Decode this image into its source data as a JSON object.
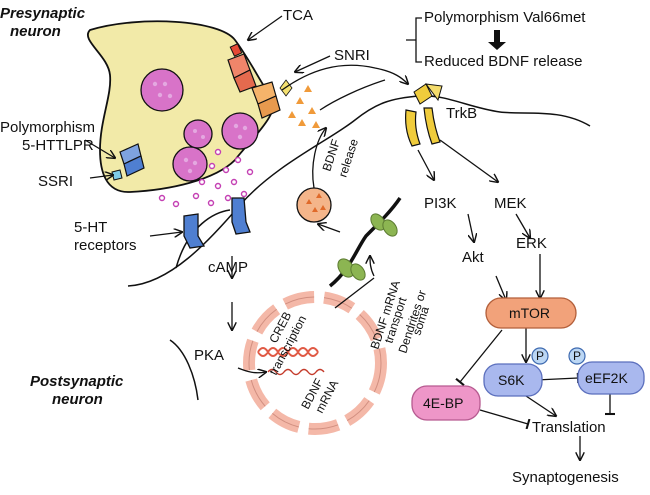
{
  "neurons": {
    "presynaptic": [
      "Presynaptic",
      "neuron"
    ],
    "postsynaptic": [
      "Postsynaptic",
      "neuron"
    ]
  },
  "drugs": {
    "tca": "TCA",
    "snri": "SNRI",
    "ssri": "SSRI"
  },
  "polymorphism_httlpr": [
    "Polymorphism",
    "5-HTTLPR"
  ],
  "bdnf_box": {
    "line1": "Polymorphism Val66met",
    "line2": "Reduced BDNF release"
  },
  "receptors": {
    "trkb": "TrkB",
    "ht_receptors": [
      "5-HT",
      "receptors"
    ]
  },
  "bdnf_release": [
    "BDNF",
    "release"
  ],
  "pathway": {
    "pi3k": "PI3K",
    "akt": "Akt",
    "mek": "MEK",
    "erk": "ERK",
    "mtor": "mTOR",
    "s6k": "S6K",
    "eef2k": "eEF2K",
    "ebp": "4E-BP",
    "translation": "Translation",
    "synaptogenesis": "Synaptogenesis",
    "phospho": "P"
  },
  "camp_pathway": {
    "camp": "cAMP",
    "pka": "PKA"
  },
  "nucleus": {
    "creb": [
      "CREB",
      "transcription"
    ],
    "bdnf_mrna": [
      "BDNF",
      "mRNA"
    ]
  },
  "mrna_transport": [
    "BDNF mRNA",
    "transport",
    "Dendrites or",
    "soma"
  ],
  "colors": {
    "terminal": "#f2eaa8",
    "vesicle": "#d873c8",
    "receptor_blue": "#4f7fd1",
    "trkb_yellow": "#f0cc3c",
    "mtor": "#f2a27a",
    "s6k": "#a9b8ee",
    "ebp": "#ee96c8",
    "nucleus": "#f4b8a8",
    "ribosome": "#8cb552"
  }
}
